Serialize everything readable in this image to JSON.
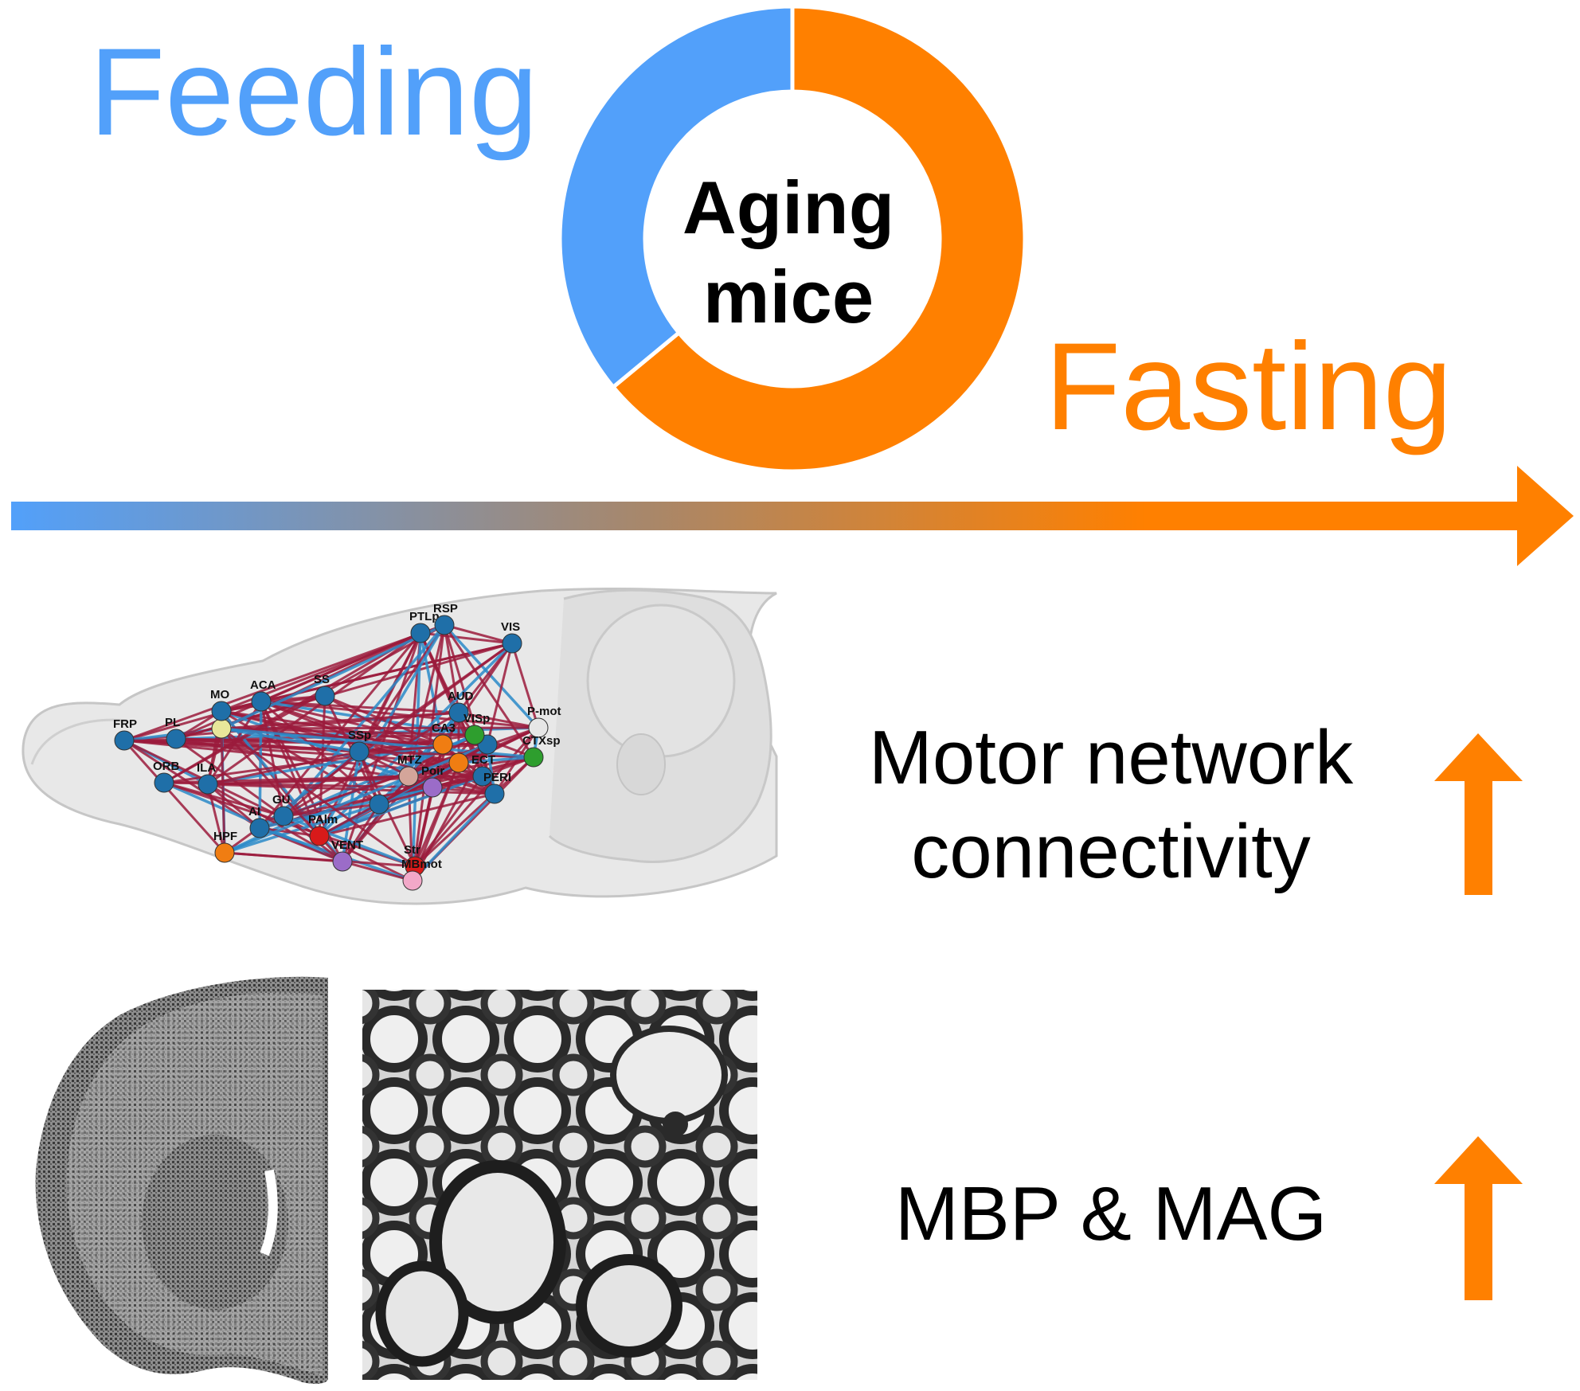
{
  "labels": {
    "feeding": "Feeding",
    "fasting": "Fasting",
    "donut_line1": "Aging",
    "donut_line2": "mice",
    "motor_line1": "Motor network",
    "motor_line2": "connectivity",
    "mbp": "MBP & MAG"
  },
  "donut": {
    "segments": [
      {
        "name": "Feeding",
        "fraction": 0.36,
        "color": "#52a0fa"
      },
      {
        "name": "Fasting",
        "fraction": 0.64,
        "color": "#ff8000"
      }
    ]
  },
  "colors": {
    "feeding_blue": "#52a0fa",
    "fasting_orange": "#ff8000",
    "network_edge_red": "#9b1b3c",
    "network_edge_blue": "#2a8ac8",
    "node_blue": "#1f6fa8"
  },
  "indicators": {
    "motor_network_connectivity": "increase",
    "mbp_mag": "increase"
  },
  "brain_network": {
    "region_labels": [
      "FRP",
      "PL",
      "MO",
      "ACA",
      "SS",
      "PTLp",
      "RSP",
      "VIS",
      "AUD",
      "P-mot",
      "CA3",
      "VISp",
      "CTXsp",
      "SSp",
      "ORB",
      "ILA",
      "MTZ",
      "Poir",
      "ECT",
      "PERI",
      "AI",
      "GU",
      "PAlm",
      "HPF",
      "VENT",
      "Str",
      "MBmot"
    ]
  }
}
